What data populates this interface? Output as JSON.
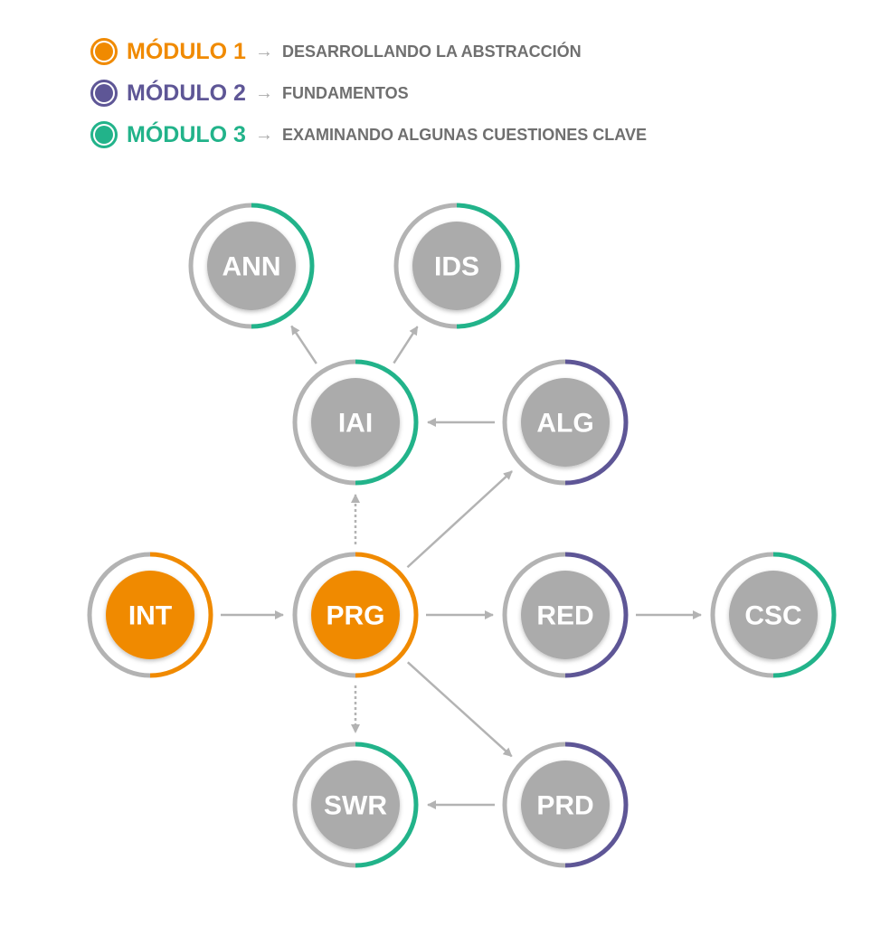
{
  "legend": [
    {
      "title": "MÓDULO 1",
      "description": "DESARROLLANDO LA ABSTRACCIÓN",
      "color": "#F08A00"
    },
    {
      "title": "MÓDULO 2",
      "description": "FUNDAMENTOS",
      "color": "#5E5696"
    },
    {
      "title": "MÓDULO 3",
      "description": "EXAMINANDO ALGUNAS CUESTIONES CLAVE",
      "color": "#22B38A"
    }
  ],
  "arrow_glyph": "→",
  "nodes": [
    {
      "id": "ANN",
      "label": "ANN",
      "module": 3,
      "active": false
    },
    {
      "id": "IDS",
      "label": "IDS",
      "module": 3,
      "active": false
    },
    {
      "id": "IAI",
      "label": "IAI",
      "module": 3,
      "active": false
    },
    {
      "id": "ALG",
      "label": "ALG",
      "module": 2,
      "active": false
    },
    {
      "id": "INT",
      "label": "INT",
      "module": 1,
      "active": true
    },
    {
      "id": "PRG",
      "label": "PRG",
      "module": 1,
      "active": true
    },
    {
      "id": "RED",
      "label": "RED",
      "module": 2,
      "active": false
    },
    {
      "id": "CSC",
      "label": "CSC",
      "module": 3,
      "active": false
    },
    {
      "id": "SWR",
      "label": "SWR",
      "module": 3,
      "active": false
    },
    {
      "id": "PRD",
      "label": "PRD",
      "module": 2,
      "active": false
    }
  ],
  "edges": [
    {
      "from": "INT",
      "to": "PRG",
      "style": "solid"
    },
    {
      "from": "PRG",
      "to": "RED",
      "style": "solid"
    },
    {
      "from": "RED",
      "to": "CSC",
      "style": "solid"
    },
    {
      "from": "ALG",
      "to": "IAI",
      "style": "solid"
    },
    {
      "from": "PRD",
      "to": "SWR",
      "style": "solid"
    },
    {
      "from": "PRG",
      "to": "ALG",
      "style": "solid"
    },
    {
      "from": "PRG",
      "to": "PRD",
      "style": "solid"
    },
    {
      "from": "PRG",
      "to": "IAI",
      "style": "dotted"
    },
    {
      "from": "PRG",
      "to": "SWR",
      "style": "dotted"
    },
    {
      "from": "IAI",
      "to": "ANN",
      "style": "solid"
    },
    {
      "from": "IAI",
      "to": "IDS",
      "style": "solid"
    }
  ]
}
